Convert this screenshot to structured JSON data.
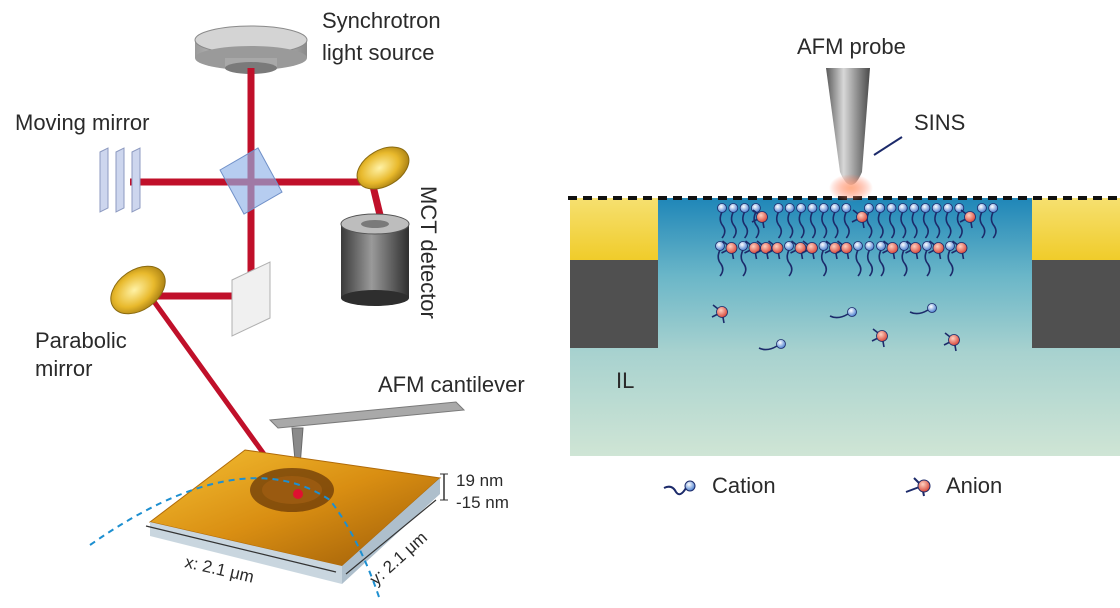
{
  "left_setup": {
    "source_label_line1": "Synchrotron",
    "source_label_line2": "light source",
    "moving_mirror_label": "Moving mirror",
    "detector_label": "MCT detector",
    "parabolic_label_line1": "Parabolic",
    "parabolic_label_line2": "mirror",
    "cantilever_label": "AFM cantilever",
    "height_max": "19 nm",
    "height_min": "-15 nm",
    "x_scan": "x: 2.1 μm",
    "y_scan": "y: 2.1 μm"
  },
  "right_cell": {
    "probe_label": "AFM probe",
    "sins_label": "SINS",
    "il_label": "IL",
    "legend": {
      "cation": "Cation",
      "anion": "Anion"
    }
  },
  "colors": {
    "beam": "#c0102a",
    "electrode_gold": "#f2d23a",
    "electrode_dark": "#505050",
    "electrolyte_top": "#1f86b8",
    "electrolyte_bottom": "#cfe5d5",
    "cation": "#4a7fd0",
    "anion": "#d8483a"
  }
}
